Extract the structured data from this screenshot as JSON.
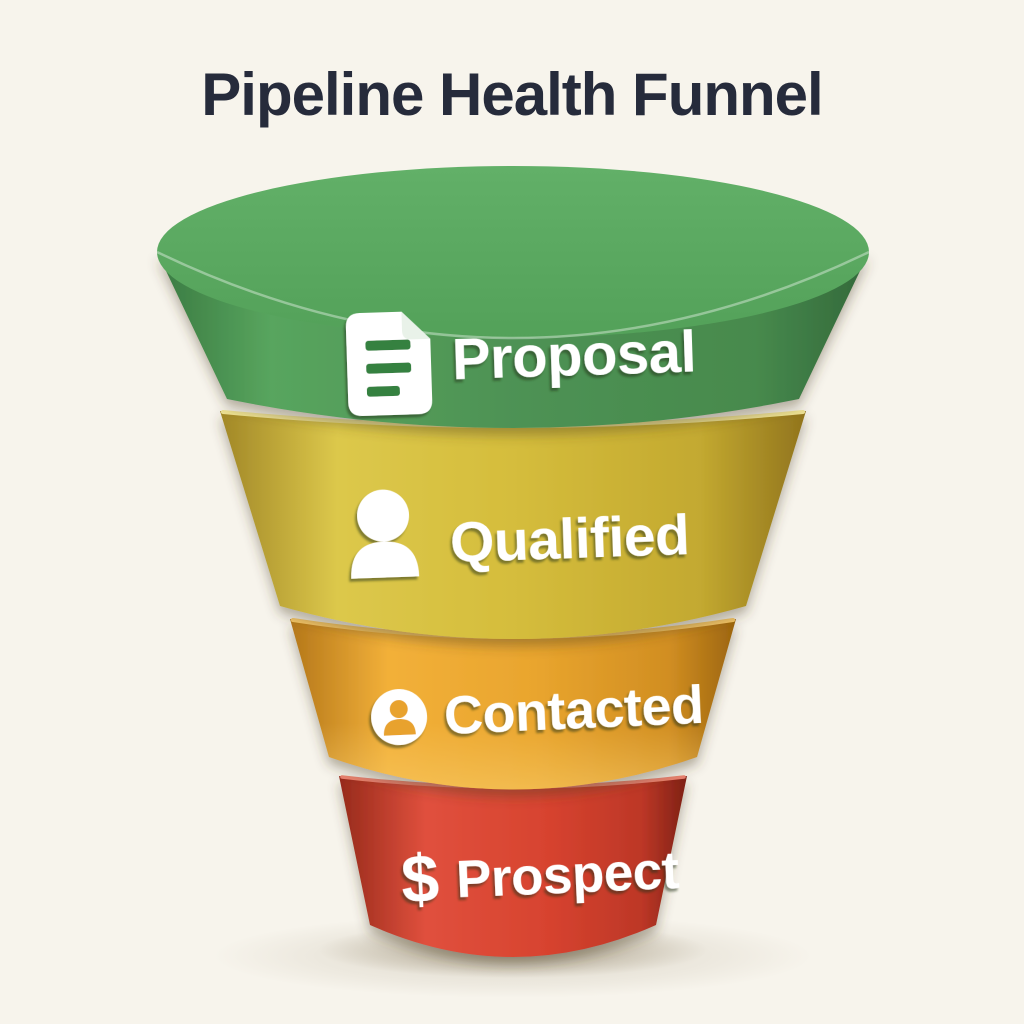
{
  "title": "Pipeline Health Funnel",
  "funnel": {
    "type": "funnel",
    "direction": "top (widest) to bottom (narrowest)",
    "stages": [
      {
        "label": "Proposal",
        "icon": "document-icon",
        "color": "#4f9254"
      },
      {
        "label": "Qualified",
        "icon": "person-icon",
        "color": "#d5bd3c"
      },
      {
        "label": "Contacted",
        "icon": "person-circle-icon",
        "color": "#e9a52e"
      },
      {
        "label": "Prospect",
        "icon": "dollar-icon",
        "glyph": "$",
        "color": "#d7432f"
      }
    ]
  },
  "colors": {
    "background": "#f7f4ec",
    "title_text": "#262b3b",
    "label_text": "#ffffff",
    "green_top_face": "#58a65e"
  }
}
